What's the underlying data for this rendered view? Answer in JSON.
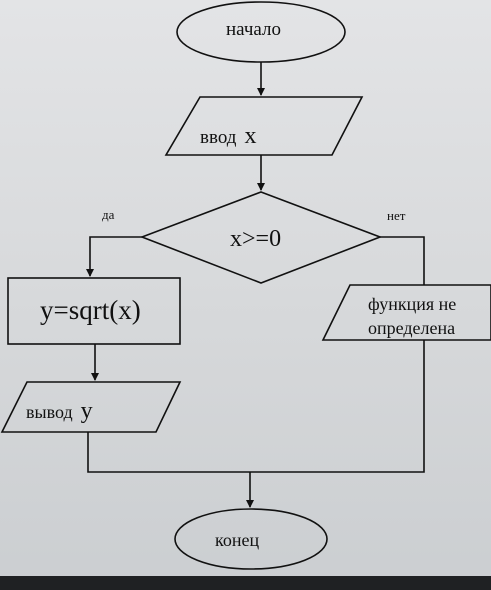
{
  "flowchart": {
    "start": {
      "label": "начало"
    },
    "input": {
      "label": "ввод",
      "var": "x"
    },
    "condition": {
      "label": "x>=0",
      "yes": "да",
      "no": "нет"
    },
    "calc": {
      "label": "y=sqrt(x)"
    },
    "undefined_msg": {
      "line1": "функция не",
      "line2": "определена"
    },
    "output": {
      "label": "вывод",
      "var": "y"
    },
    "end": {
      "label": "конец"
    }
  },
  "colors": {
    "stroke": "#111111",
    "background": "#dcdedf"
  }
}
